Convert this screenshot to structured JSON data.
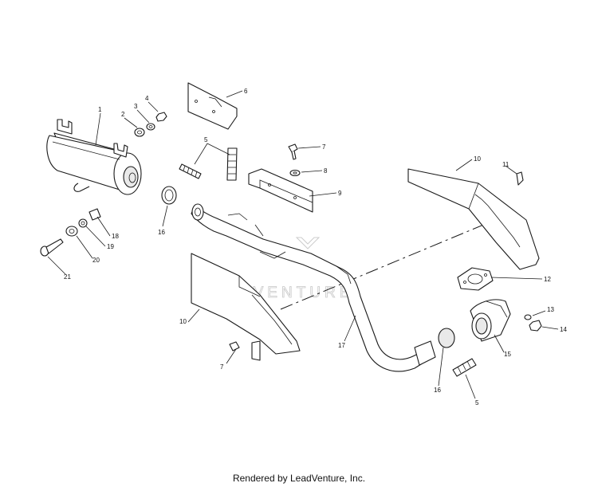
{
  "watermark_text": "LEADVENTURE",
  "footer_text": "Rendered by LeadVenture, Inc.",
  "callouts": [
    "1",
    "2",
    "3",
    "4",
    "5",
    "6",
    "7",
    "8",
    "9",
    "10",
    "11",
    "12",
    "13",
    "14",
    "15",
    "16",
    "17",
    "18",
    "19",
    "20",
    "21",
    "10",
    "7",
    "16",
    "5"
  ]
}
